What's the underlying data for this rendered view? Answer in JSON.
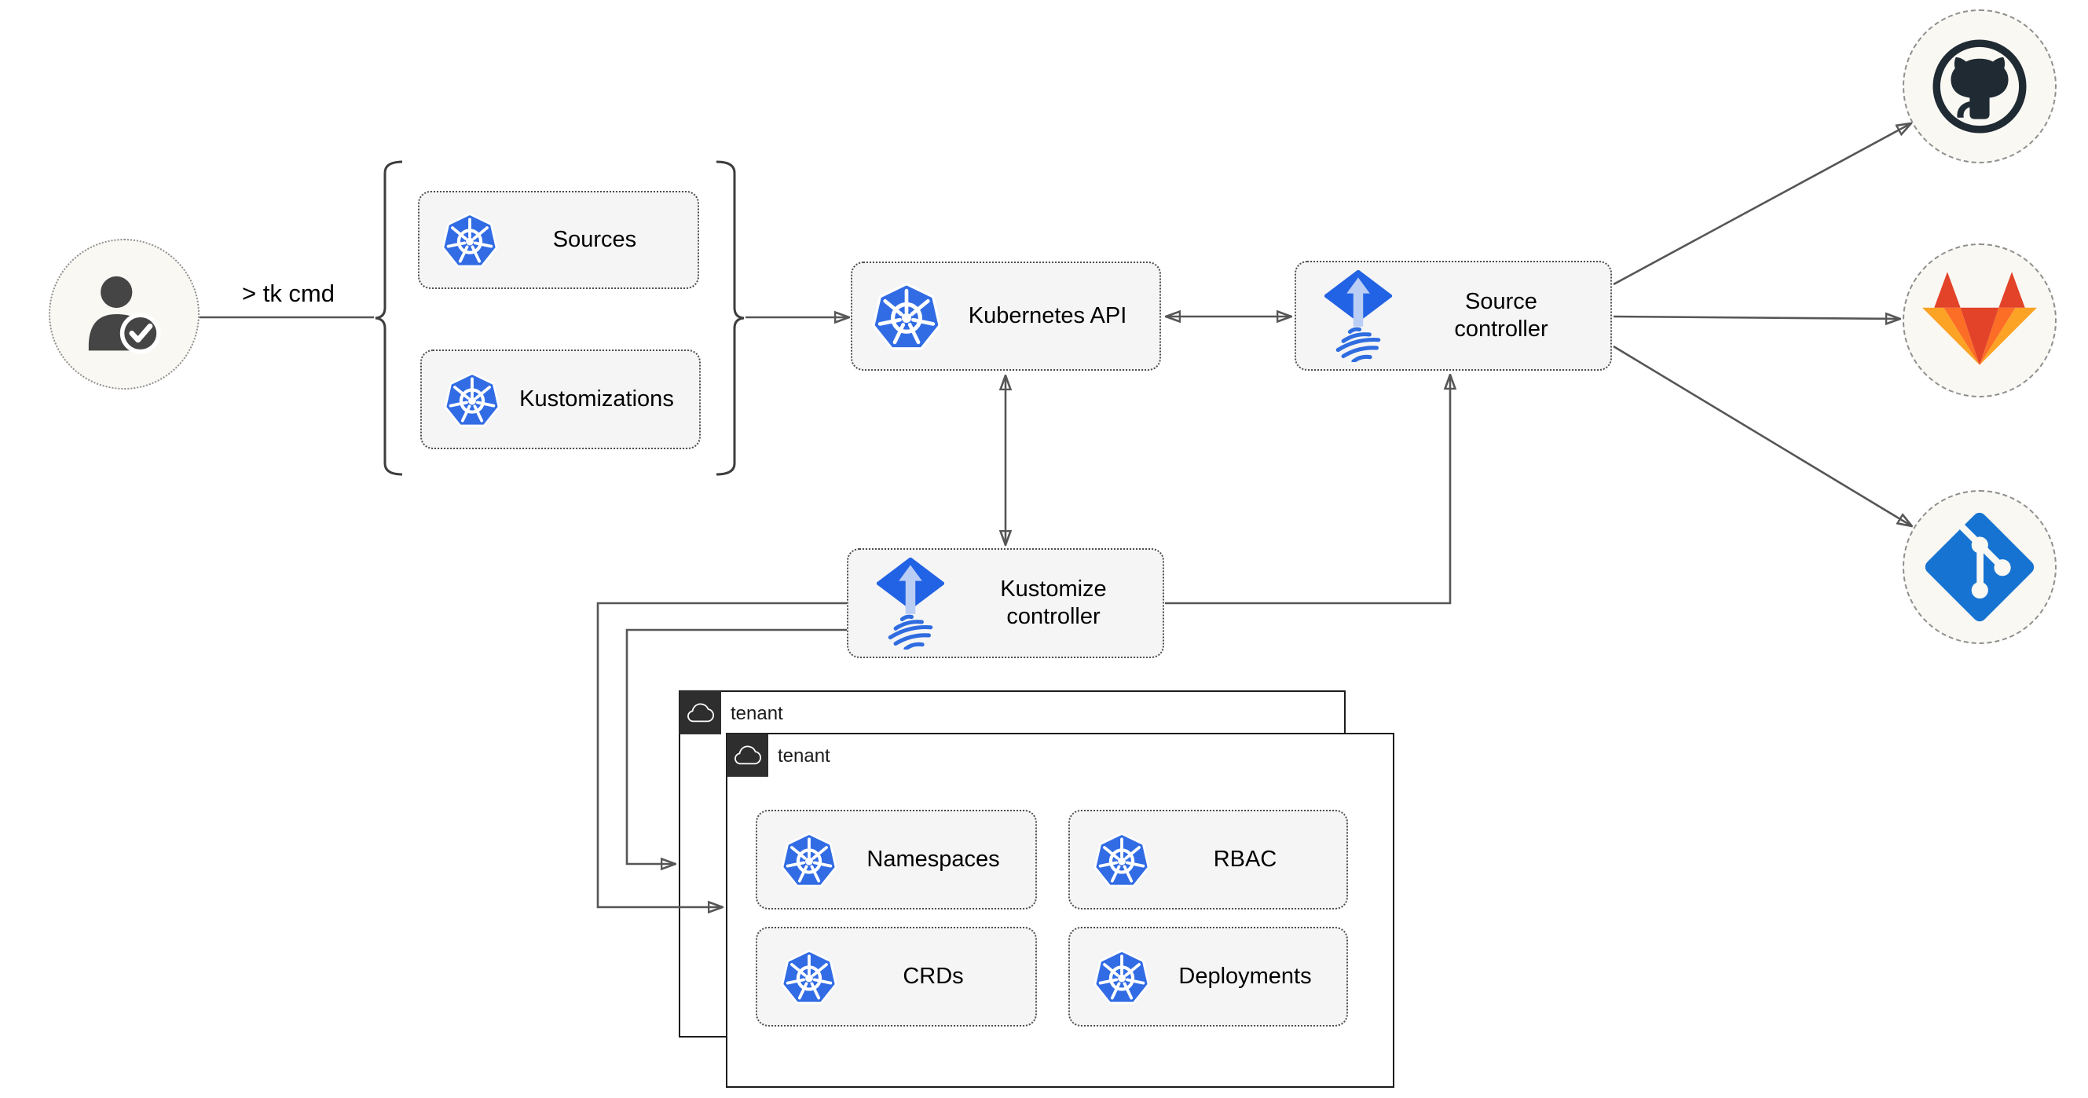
{
  "diagram": {
    "cli": {
      "label": "> tk cmd"
    },
    "actor": {
      "icon": "user-check-icon"
    },
    "crd_group": {
      "items": [
        {
          "label": "Sources",
          "icon": "kubernetes-icon"
        },
        {
          "label": "Kustomizations",
          "icon": "kubernetes-icon"
        }
      ]
    },
    "nodes": {
      "kubernetes_api": {
        "label": "Kubernetes API",
        "icon": "kubernetes-icon"
      },
      "source_controller": {
        "label": "Source controller",
        "icon": "flux-icon"
      },
      "kustomize_controller": {
        "label": "Kustomize controller",
        "icon": "flux-icon"
      }
    },
    "tenants": {
      "back": {
        "label": "tenant",
        "icon": "cloud-icon"
      },
      "front": {
        "label": "tenant",
        "icon": "cloud-icon",
        "items": [
          {
            "label": "Namespaces",
            "icon": "kubernetes-icon"
          },
          {
            "label": "RBAC",
            "icon": "kubernetes-icon"
          },
          {
            "label": "CRDs",
            "icon": "kubernetes-icon"
          },
          {
            "label": "Deployments",
            "icon": "kubernetes-icon"
          }
        ]
      }
    },
    "providers": [
      {
        "name": "GitHub",
        "icon": "github-icon"
      },
      {
        "name": "GitLab",
        "icon": "gitlab-icon"
      },
      {
        "name": "Git",
        "icon": "git-icon"
      }
    ],
    "edges": [
      {
        "from": "user",
        "to": "crd-group-brace",
        "arrow": "none"
      },
      {
        "from": "crd-group-brace",
        "to": "kubernetes-api",
        "arrow": "end"
      },
      {
        "from": "kubernetes-api",
        "to": "source-controller",
        "arrow": "both"
      },
      {
        "from": "kubernetes-api",
        "to": "kustomize-controller",
        "arrow": "both"
      },
      {
        "from": "kustomize-controller",
        "to": "source-controller",
        "arrow": "end"
      },
      {
        "from": "kustomize-controller",
        "to": "tenant-front",
        "arrow": "end"
      },
      {
        "from": "kustomize-controller",
        "to": "tenant-back",
        "arrow": "end"
      },
      {
        "from": "source-controller",
        "to": "github",
        "arrow": "end"
      },
      {
        "from": "source-controller",
        "to": "gitlab",
        "arrow": "end"
      },
      {
        "from": "source-controller",
        "to": "git",
        "arrow": "end"
      }
    ],
    "icons": {
      "user-check-icon": "person silhouette + check badge",
      "kubernetes-icon": "blue heptagon with white ship wheel",
      "flux-icon": "blue diamond up-arrow over wavy striped diamond",
      "cloud-icon": "white outline cloud on dark square",
      "github-icon": "octocat in circle",
      "gitlab-icon": "tanuki fox",
      "git-icon": "blue diamond git branch"
    },
    "colors": {
      "kubernetes_blue": "#326ce5",
      "flux_blue": "#2262e4",
      "flux_arrow": "#b9cdf5",
      "gitlab_red": "#e24329",
      "gitlab_orange": "#fc6d26",
      "gitlab_amber": "#fca326",
      "git_blue": "#1673d2",
      "github_dark": "#1f2a33",
      "node_fill": "#f5f5f5",
      "line_gray": "#565656",
      "bubble_fill": "#faf8f3",
      "header_dark": "#2e2e2e"
    }
  }
}
